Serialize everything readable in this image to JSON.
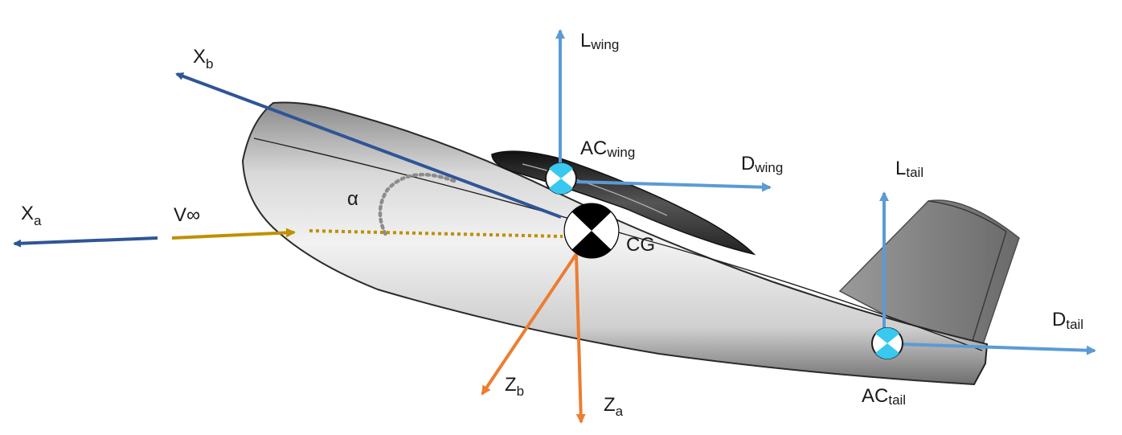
{
  "labels": {
    "x_b": {
      "main": "X",
      "sub": "b"
    },
    "x_a": {
      "main": "X",
      "sub": "a"
    },
    "v_inf": {
      "main": "V∞",
      "sub": ""
    },
    "alpha": {
      "main": "α",
      "sub": ""
    },
    "l_wing": {
      "main": "L",
      "sub": "wing"
    },
    "ac_wing": {
      "main": "AC",
      "sub": "wing"
    },
    "d_wing": {
      "main": "D",
      "sub": "wing"
    },
    "cg": {
      "main": "CG",
      "sub": ""
    },
    "l_tail": {
      "main": "L",
      "sub": "tail"
    },
    "d_tail": {
      "main": "D",
      "sub": "tail"
    },
    "ac_tail": {
      "main": "AC",
      "sub": "tail"
    },
    "z_b": {
      "main": "Z",
      "sub": "b"
    },
    "z_a": {
      "main": "Z",
      "sub": "a"
    }
  },
  "colors": {
    "body_axes": "#2f5597",
    "aero_forces": "#5b9bd5",
    "velocity": "#bf9000",
    "z_axes": "#ed7d31",
    "angle_arc": "#8c8c8c",
    "ac_marker": "#38c8f0",
    "cg_marker": "#000000"
  },
  "icons": {
    "ac_marker": "center-of-pressure-symbol",
    "cg_marker": "center-of-gravity-symbol"
  }
}
